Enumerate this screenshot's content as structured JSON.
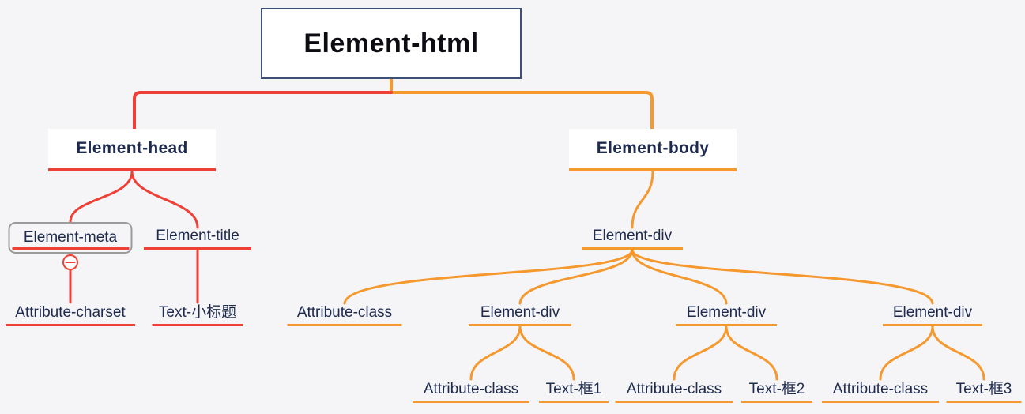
{
  "colors": {
    "red": "#ee4036",
    "orange": "#f5992f",
    "ink": "#1f2b4e",
    "root-ink": "#0c0c12",
    "root-border": "#3d5078",
    "selection-gray": "#9b9b9b",
    "background": "#f5f5f7",
    "node-bg": "#ffffff"
  },
  "icons": {
    "collapse": "minus-in-circle"
  },
  "map": {
    "root": {
      "label": "Element-html"
    },
    "head": {
      "label": "Element-head",
      "branch_color": "#ee4036",
      "meta": {
        "label": "Element-meta",
        "selected": true,
        "child": {
          "label": "Attribute-charset"
        }
      },
      "title": {
        "label": "Element-title",
        "child": {
          "label": "Text-小标题"
        }
      }
    },
    "body": {
      "label": "Element-body",
      "branch_color": "#f5992f",
      "div": {
        "label": "Element-div",
        "children": [
          {
            "label": "Attribute-class"
          },
          {
            "label": "Element-div",
            "children": [
              {
                "label": "Attribute-class"
              },
              {
                "label": "Text-框1"
              }
            ]
          },
          {
            "label": "Element-div",
            "children": [
              {
                "label": "Attribute-class"
              },
              {
                "label": "Text-框2"
              }
            ]
          },
          {
            "label": "Element-div",
            "children": [
              {
                "label": "Attribute-class"
              },
              {
                "label": "Text-框3"
              }
            ]
          }
        ]
      }
    }
  }
}
